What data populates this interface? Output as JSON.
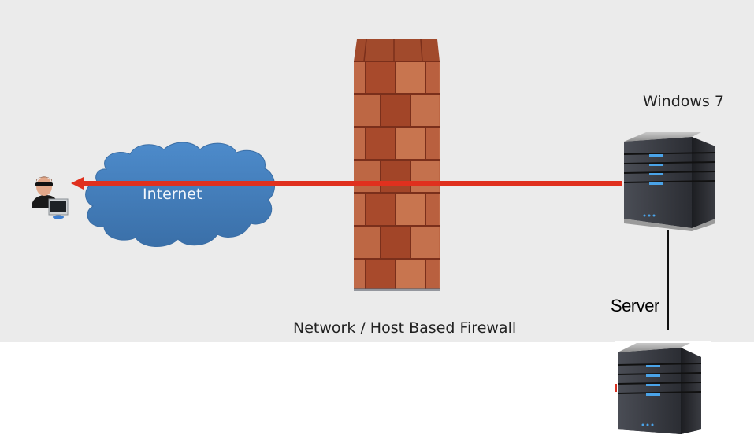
{
  "diagram": {
    "title": "Outbound traffic through network / host based firewall",
    "nodes": [
      {
        "id": "attacker",
        "icon": "hacker-with-computer-icon",
        "label": ""
      },
      {
        "id": "internet",
        "icon": "cloud-icon",
        "label": "Internet"
      },
      {
        "id": "firewall",
        "icon": "brick-wall-icon",
        "label": "Network / Host Based Firewall"
      },
      {
        "id": "windows7",
        "icon": "server-icon",
        "label": "Windows 7"
      },
      {
        "id": "server",
        "icon": "server-icon",
        "label": "Server"
      }
    ],
    "edges": [
      {
        "from": "windows7",
        "to": "attacker",
        "style": "red-arrow",
        "through": [
          "firewall",
          "internet"
        ]
      },
      {
        "from": "windows7",
        "to": "server",
        "style": "black-line"
      }
    ]
  },
  "colors": {
    "background": "#ebebeb",
    "arrow": "#e0301e",
    "cloud": "#3f7fc1",
    "brick": "#b85c3c",
    "mortar": "#6e2a18"
  }
}
